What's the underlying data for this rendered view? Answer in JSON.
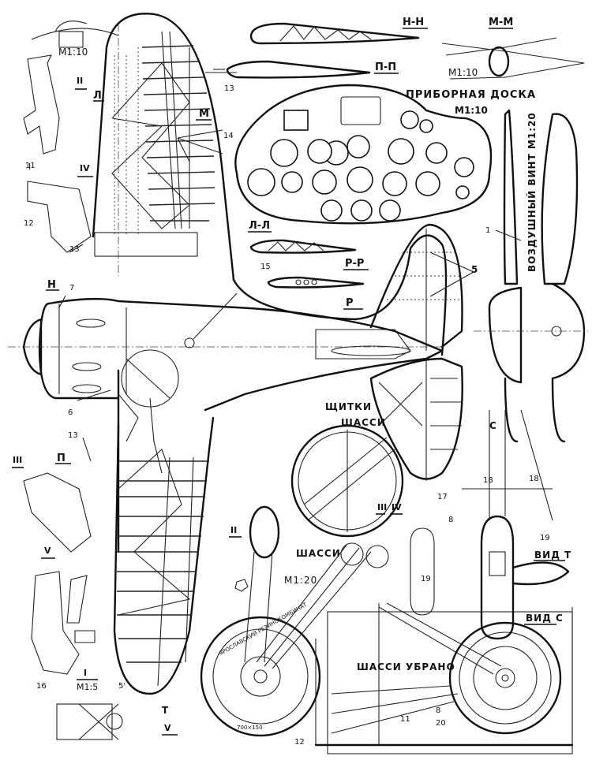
{
  "drawing": {
    "sections": {
      "n_n": "Н-Н",
      "m_m": "М-М",
      "p_p": "П-П",
      "l_l": "Л-Л",
      "r_r": "Р-Р",
      "r": "Р",
      "n": "Н",
      "l": "Л",
      "m": "М",
      "p": "П",
      "t": "Т",
      "v_marker": "V"
    },
    "titles": {
      "instrument_panel": "ПРИБОРНАЯ ДОСКА",
      "instrument_panel_scale": "М1:10",
      "mm_scale": "М1:10",
      "top_detail_scale": "М1:10",
      "propeller": "ВОЗДУШНЫЙ ВИНТ М1:20",
      "gear_doors": "ЩИТКИ",
      "gear_doors_2": "ШАССИ",
      "landing_gear": "ШАССИ",
      "landing_gear_scale": "М1:20",
      "gear_retracted": "ШАССИ УБРАНО",
      "view_t": "ВИД Т",
      "view_c": "ВИД С",
      "arrow_c": "С",
      "detail_i": "I",
      "detail_i_scale": "М1:5"
    },
    "roman_markers": {
      "ii_top": "II",
      "iv_left": "IV",
      "iii_left": "III",
      "v_left": "V",
      "ii_gear": "II",
      "iii_gear": "III",
      "iv_gear": "IV",
      "v_bottom": "V",
      "i_left": "I"
    },
    "callouts": {
      "c1": "1",
      "c5": "5",
      "c5b": "5'",
      "c6": "6",
      "c7": "7",
      "c8": "8",
      "c8b": "8",
      "c11": "11",
      "c11b": "11",
      "c12": "12",
      "c12b": "12",
      "c13a": "13",
      "c13b": "13",
      "c13c": "13",
      "c14": "14",
      "c15": "15",
      "c16": "16",
      "c17": "17",
      "c18": "18",
      "c18b": "18",
      "c19": "19",
      "c19b": "19",
      "c20": "20"
    },
    "wheel_text": {
      "maker": "ЯРОСЛАВСКИЙ РЕЗИНОКОМБИНАТ",
      "size": "700×150"
    }
  }
}
